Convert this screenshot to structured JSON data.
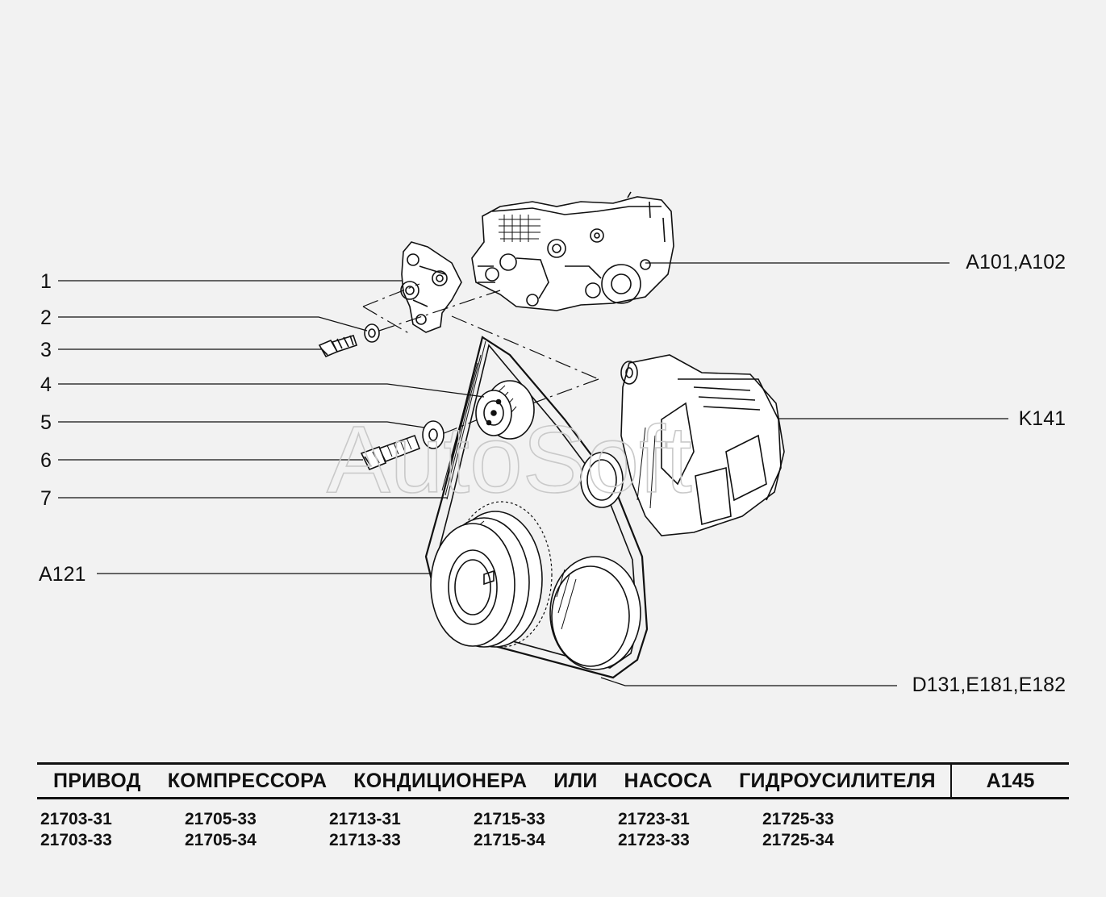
{
  "callouts_left": [
    {
      "id": "1",
      "label": "1"
    },
    {
      "id": "2",
      "label": "2"
    },
    {
      "id": "3",
      "label": "3"
    },
    {
      "id": "4",
      "label": "4"
    },
    {
      "id": "5",
      "label": "5"
    },
    {
      "id": "6",
      "label": "6"
    },
    {
      "id": "7",
      "label": "7"
    },
    {
      "id": "a121",
      "label": "A121"
    }
  ],
  "callouts_right": [
    {
      "id": "a101",
      "label": "A101,A102"
    },
    {
      "id": "k141",
      "label": "K141"
    },
    {
      "id": "d131",
      "label": "D131,E181,E182"
    }
  ],
  "watermark": "AutoSoft",
  "title": {
    "words": [
      "ПРИВОД",
      "КОМПРЕССОРА",
      "КОНДИЦИОНЕРА",
      "ИЛИ",
      "НАСОСА",
      "ГИДРОУСИЛИТЕЛЯ"
    ],
    "code": "A145"
  },
  "models": [
    [
      "21703-31",
      "21705-33",
      "21713-31",
      "21715-33",
      "21723-31",
      "21725-33"
    ],
    [
      "21703-33",
      "21705-34",
      "21713-33",
      "21715-34",
      "21723-33",
      "21725-34"
    ]
  ]
}
